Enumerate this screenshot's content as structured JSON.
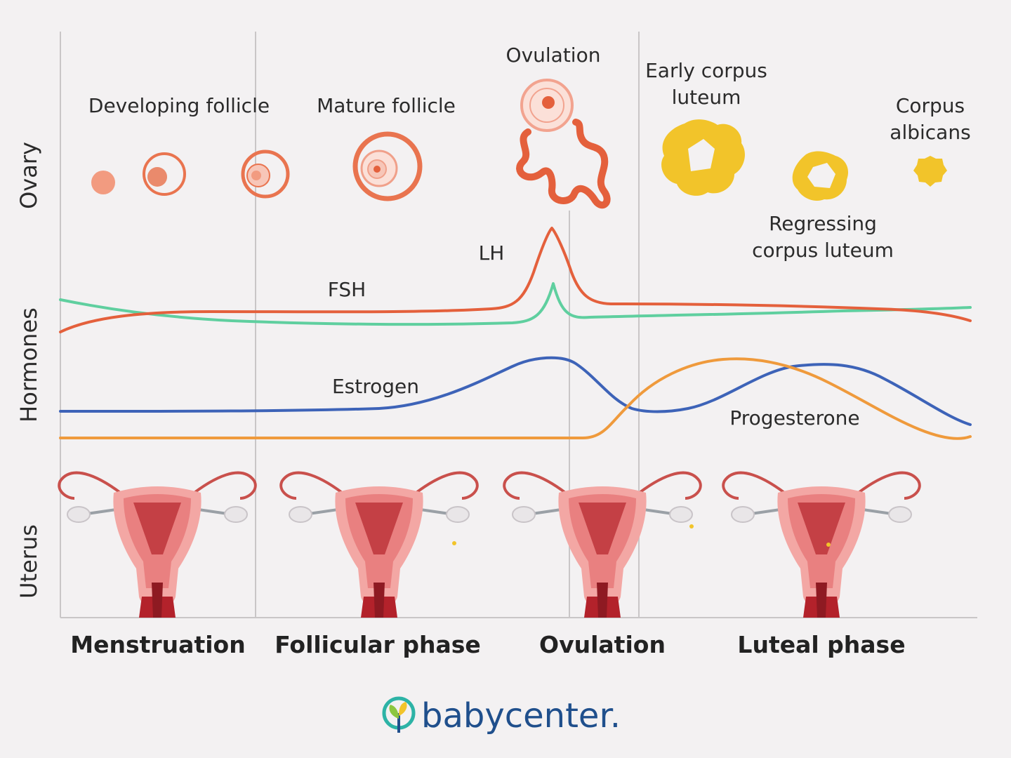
{
  "axis_labels": {
    "ovary": "Ovary",
    "hormones": "Hormones",
    "uterus": "Uterus"
  },
  "ovary_labels": {
    "developing_follicle": "Developing follicle",
    "mature_follicle": "Mature follicle",
    "ovulation": "Ovulation",
    "early_corpus_luteum": [
      "Early corpus",
      "luteum"
    ],
    "corpus_albicans": [
      "Corpus",
      "albicans"
    ],
    "regressing_corpus_luteum": [
      "Regressing",
      "corpus luteum"
    ]
  },
  "hormone_labels": {
    "lh": "LH",
    "fsh": "FSH",
    "estrogen": "Estrogen",
    "progesterone": "Progesterone"
  },
  "phases": [
    "Menstruation",
    "Follicular phase",
    "Ovulation",
    "Luteal phase"
  ],
  "brand": "babycenter.",
  "colors": {
    "lh": "#e4603c",
    "fsh": "#5fcf9f",
    "estrogen": "#3d63b8",
    "progesterone": "#ef9a3c",
    "follicle": "#e9744f",
    "corpus_luteum": "#f2c42a",
    "uterus_pink": "#f3a7a4",
    "uterus_red": "#b3222b",
    "background": "#f3f1f2",
    "divider": "#c9c6c7",
    "brand": "#1f4f8c"
  }
}
